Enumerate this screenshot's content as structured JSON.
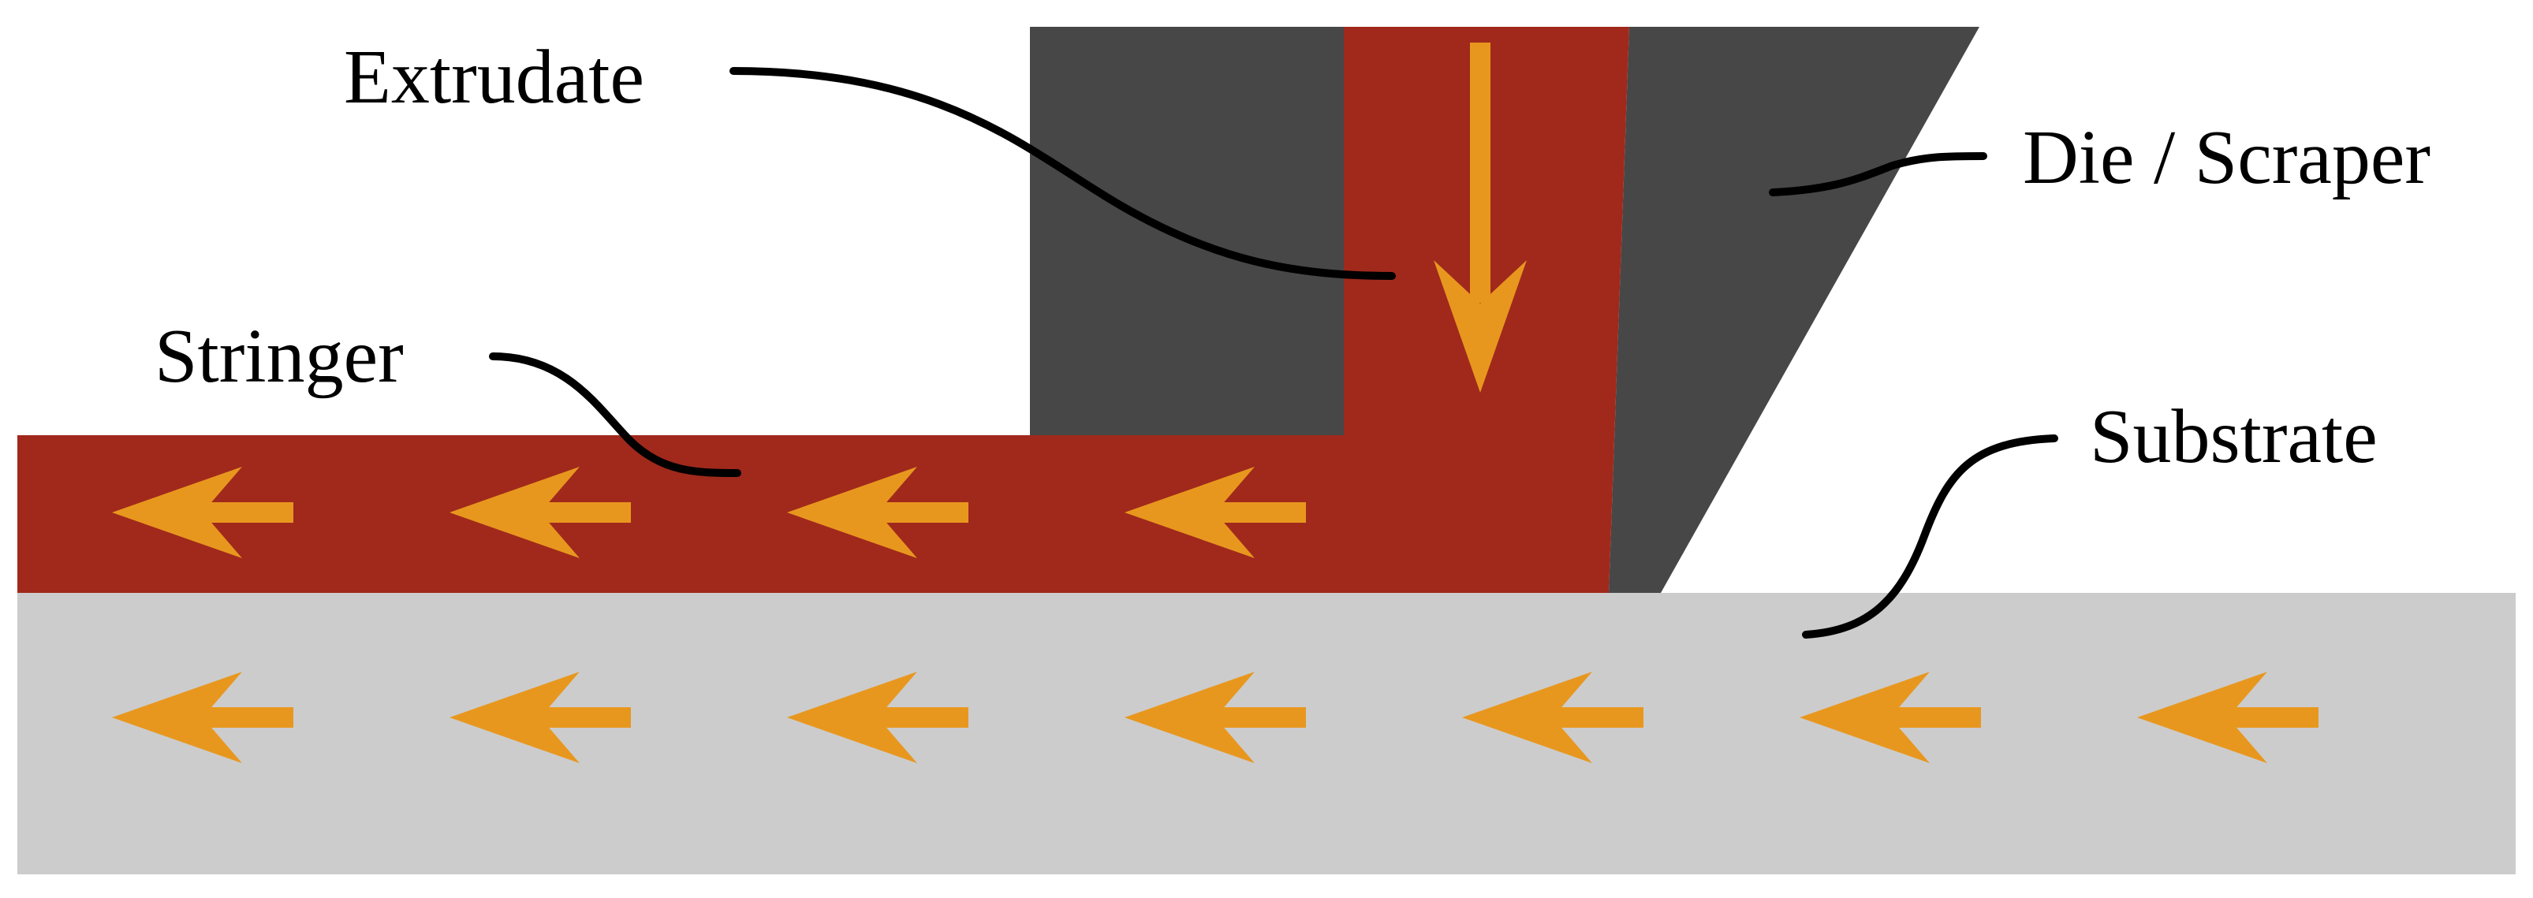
{
  "labels": {
    "extrudate": "Extrudate",
    "die_scraper": "Die / Scraper",
    "stringer": "Stringer",
    "substrate": "Substrate"
  },
  "colors": {
    "die": "#474747",
    "extrudate": "#a0291c",
    "substrate": "#cccccc",
    "arrow": "#e8971e",
    "leader": "#000000"
  },
  "flow": {
    "extrudate_direction": "down",
    "stringer_direction": "left",
    "substrate_direction": "left",
    "stringer_arrow_count": 4,
    "substrate_arrow_count": 7
  }
}
